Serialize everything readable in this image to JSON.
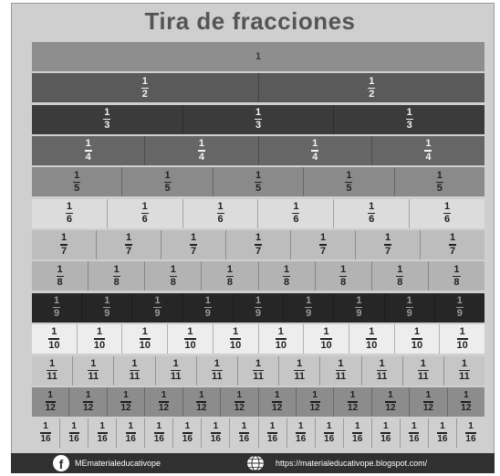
{
  "title": "Tira de fracciones",
  "rows": [
    {
      "denominator": 1,
      "count": 1,
      "label": "1",
      "bg": "#8e8e8e",
      "fg": "#3a3a3a"
    },
    {
      "denominator": 2,
      "count": 2,
      "numerator": "1",
      "label": "2",
      "bg": "#5a5a5a",
      "fg": "#f2f2f2"
    },
    {
      "denominator": 3,
      "count": 3,
      "numerator": "1",
      "label": "3",
      "bg": "#3b3b3b",
      "fg": "#f2f2f2"
    },
    {
      "denominator": 4,
      "count": 4,
      "numerator": "1",
      "label": "4",
      "bg": "#666666",
      "fg": "#f2f2f2"
    },
    {
      "denominator": 5,
      "count": 5,
      "numerator": "1",
      "label": "5",
      "bg": "#8a8a8a",
      "fg": "#222222"
    },
    {
      "denominator": 6,
      "count": 6,
      "numerator": "1",
      "label": "6",
      "bg": "#dcdcdc",
      "fg": "#222222"
    },
    {
      "denominator": 7,
      "count": 7,
      "numerator": "1",
      "label": "7",
      "bg": "#bdbdbd",
      "fg": "#222222"
    },
    {
      "denominator": 8,
      "count": 8,
      "numerator": "1",
      "label": "8",
      "bg": "#b3b3b3",
      "fg": "#222222"
    },
    {
      "denominator": 9,
      "count": 9,
      "numerator": "1",
      "label": "9",
      "bg": "#262626",
      "fg": "#9a9a9a"
    },
    {
      "denominator": 10,
      "count": 10,
      "numerator": "1",
      "label": "10",
      "bg": "#ededed",
      "fg": "#222222"
    },
    {
      "denominator": 11,
      "count": 11,
      "numerator": "1",
      "label": "11",
      "bg": "#c6c6c6",
      "fg": "#222222"
    },
    {
      "denominator": 12,
      "count": 12,
      "numerator": "1",
      "label": "12",
      "bg": "#8c8c8c",
      "fg": "#1e1e1e"
    },
    {
      "denominator": 16,
      "count": 16,
      "numerator": "1",
      "label": "16",
      "bg": "#cfcfcf",
      "fg": "#222222"
    }
  ],
  "footer": {
    "facebook_icon": "facebook-icon",
    "facebook_handle": "MEmaterialeducativope",
    "web_icon": "globe-icon",
    "website": "https://materialeducativope.blogspot.com/"
  }
}
